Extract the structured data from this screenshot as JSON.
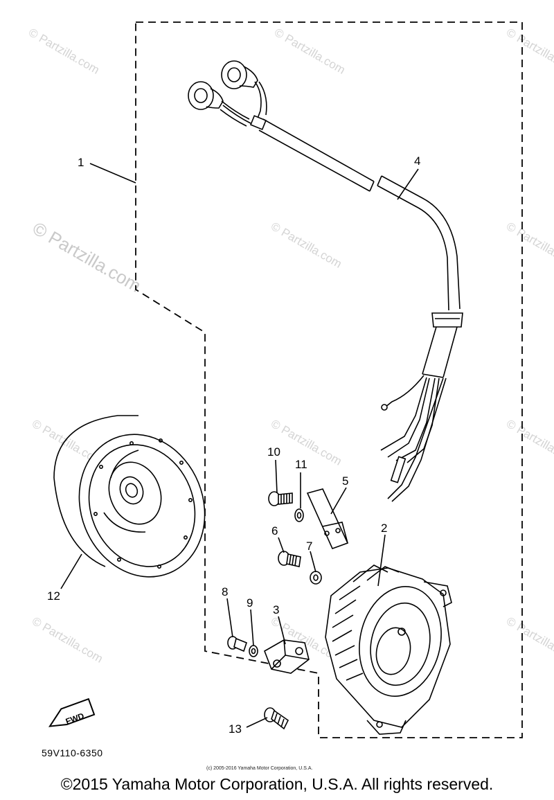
{
  "watermark": "© Partzilla.com",
  "reference_code": "59V110-6350",
  "fwd_label": "FWD",
  "small_copyright": "(c) 2005-2016 Yamaha Motor Corporation, U.S.A.",
  "copyright": "©2015 Yamaha Motor Corporation, U.S.A. All rights reserved.",
  "callouts": {
    "c1": "1",
    "c2": "2",
    "c3": "3",
    "c4": "4",
    "c5": "5",
    "c6": "6",
    "c7": "7",
    "c8": "8",
    "c9": "9",
    "c10": "10",
    "c11": "11",
    "c12": "12",
    "c13": "13"
  }
}
